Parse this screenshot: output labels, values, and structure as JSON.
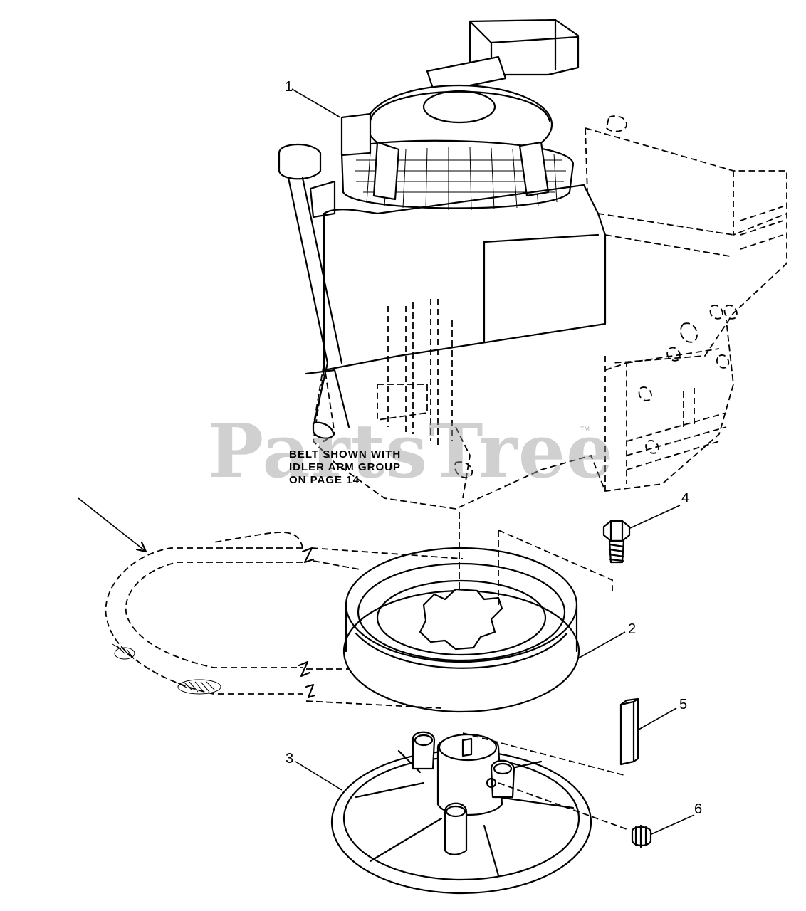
{
  "watermark": {
    "text": "PartsTree",
    "trademark": "TM"
  },
  "note": {
    "lines": [
      "BELT SHOWN WITH",
      "IDLER ARM GROUP",
      "ON PAGE 14"
    ]
  },
  "callouts": {
    "c1": "1",
    "c2": "2",
    "c3": "3",
    "c4": "4",
    "c5": "5",
    "c6": "6"
  },
  "colors": {
    "line": "#000000",
    "watermark": "#969696",
    "background": "#ffffff"
  }
}
